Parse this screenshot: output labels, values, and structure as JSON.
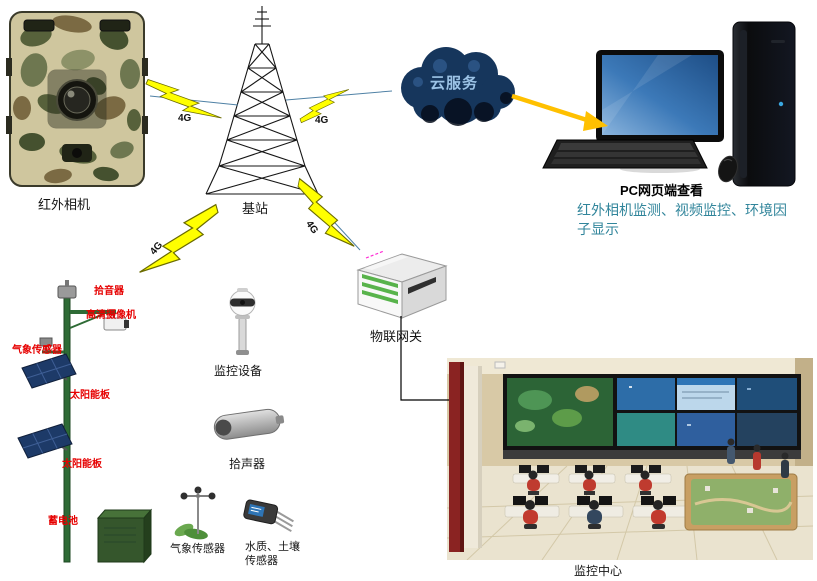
{
  "nodes": {
    "infrared_camera": {
      "label": "红外相机"
    },
    "base_station": {
      "label": "基站"
    },
    "cloud": {
      "label": "云服务"
    },
    "pc": {
      "title": "PC网页端查看",
      "desc": "红外相机监测、视频监控、环境因子显示"
    },
    "gateway": {
      "label": "物联网关"
    },
    "ptz_camera": {
      "label": "监控设备"
    },
    "sound_pickup": {
      "label": "拾声器"
    },
    "weather_sensor": {
      "label": "气象传感器"
    },
    "water_soil_sensor": {
      "label": "水质、土壤传感器"
    },
    "monitoring_center": {
      "label": "监控中心"
    }
  },
  "links": {
    "g4": "4G"
  },
  "pole": {
    "items": [
      {
        "label": "拾音器"
      },
      {
        "label": "高清摄像机"
      },
      {
        "label": "气象传感器"
      },
      {
        "label": "太阳能板"
      },
      {
        "label": "太阳能板"
      },
      {
        "label": "蓄电池"
      }
    ]
  },
  "colors": {
    "teal_text": "#31859b",
    "red_label": "#e60000",
    "bolt_yellow": "#ffff00",
    "cloud_navy": "#16365c",
    "arrow_yellow": "#ffc000"
  }
}
